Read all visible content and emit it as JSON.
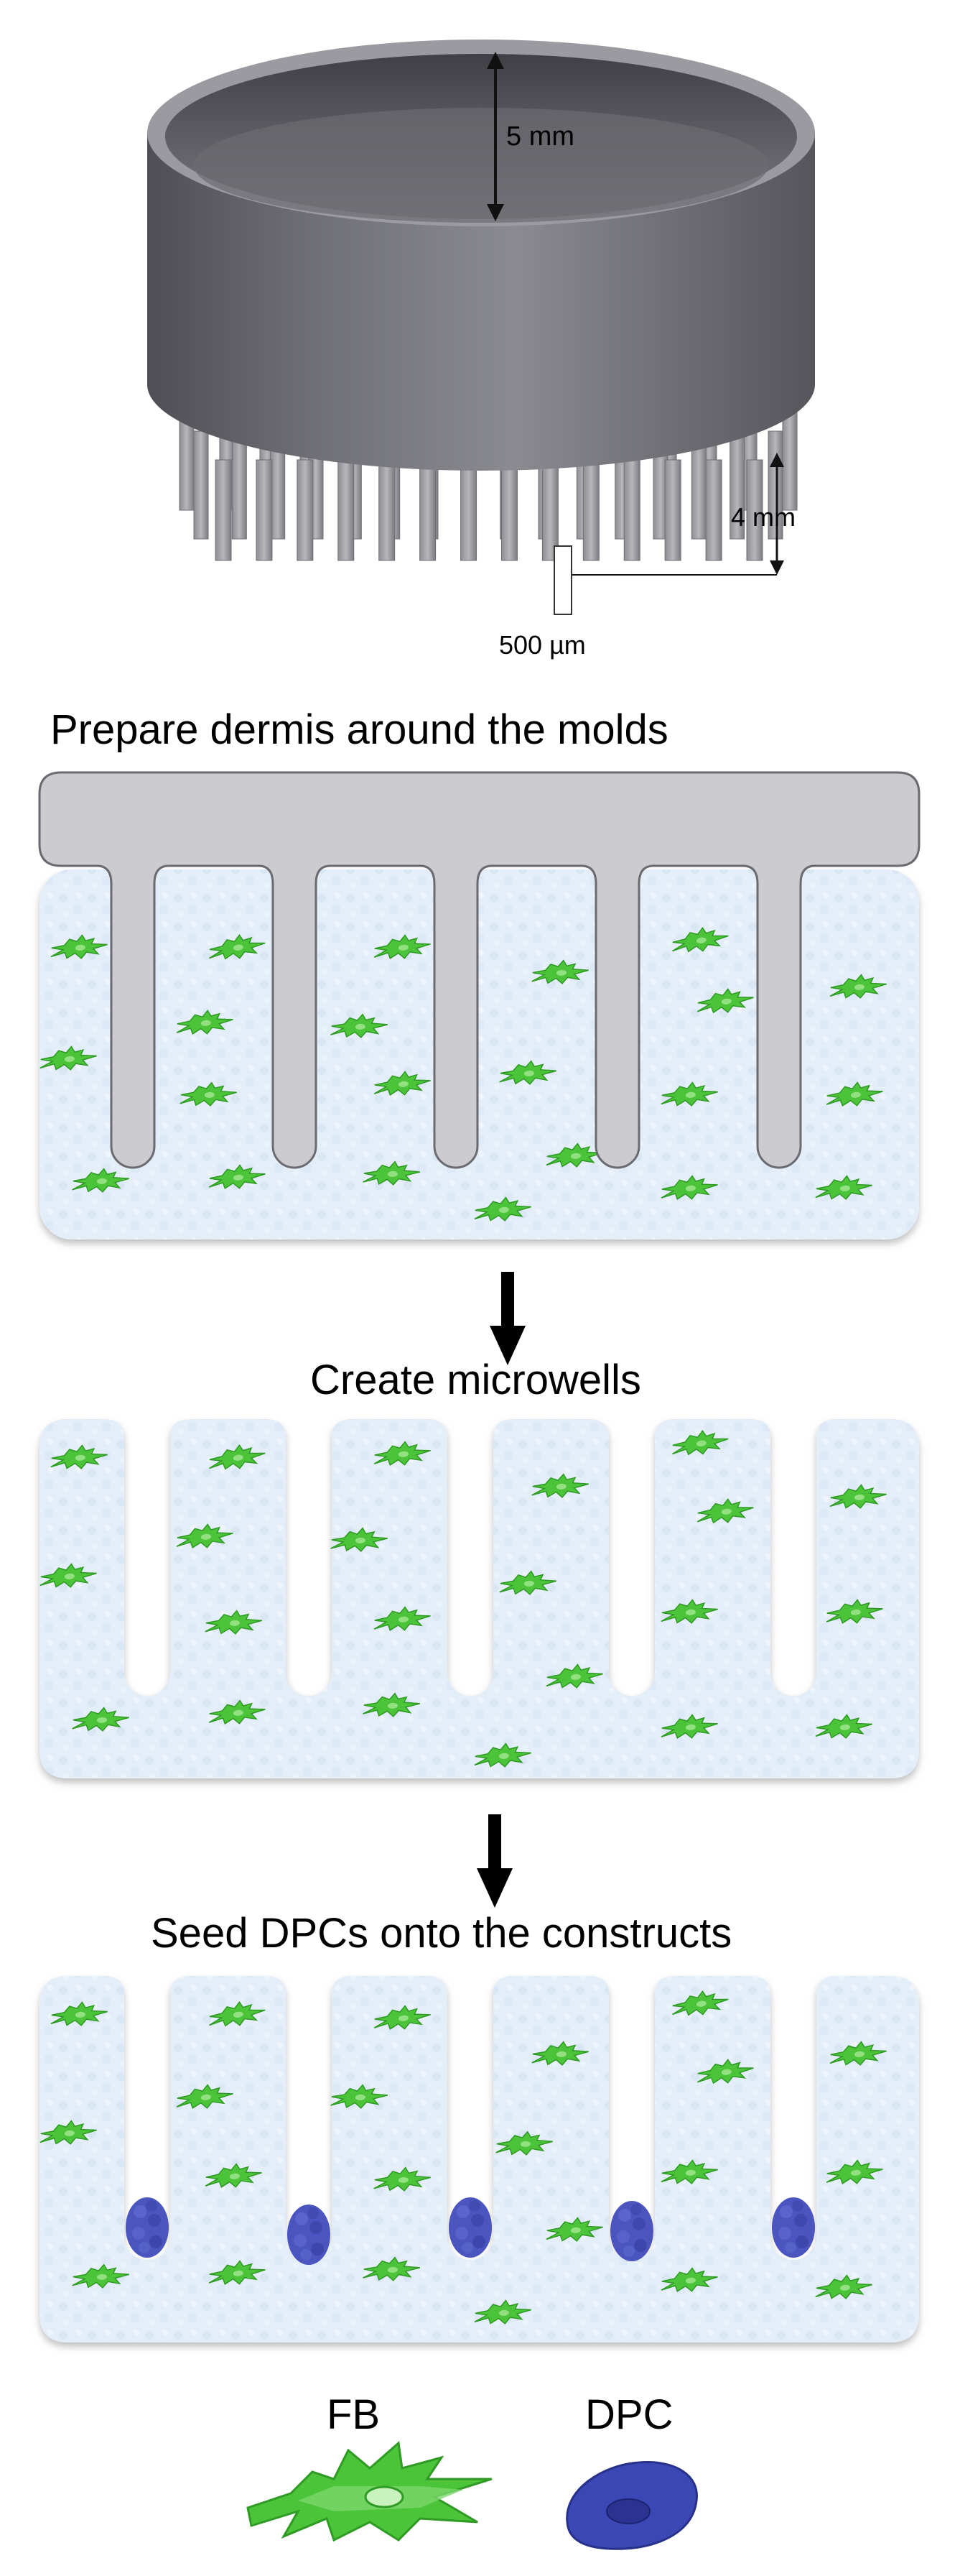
{
  "mold": {
    "height_label": "5 mm",
    "pin_length_label": "4 mm",
    "pin_width_label": "500 µm"
  },
  "steps": [
    {
      "label": "Prepare dermis around the molds"
    },
    {
      "label": "Create microwells"
    },
    {
      "label": "Seed DPCs onto the constructs"
    }
  ],
  "legend": {
    "fb_label": "FB",
    "dpc_label": "DPC"
  },
  "colors": {
    "mold_gray": "#c9c9cd",
    "mold_dark": "#5d5d63",
    "dermis_blue": "#e3eef8",
    "fibroblast_green": "#4cc43a",
    "dpc_blue": "#3b47b4"
  }
}
